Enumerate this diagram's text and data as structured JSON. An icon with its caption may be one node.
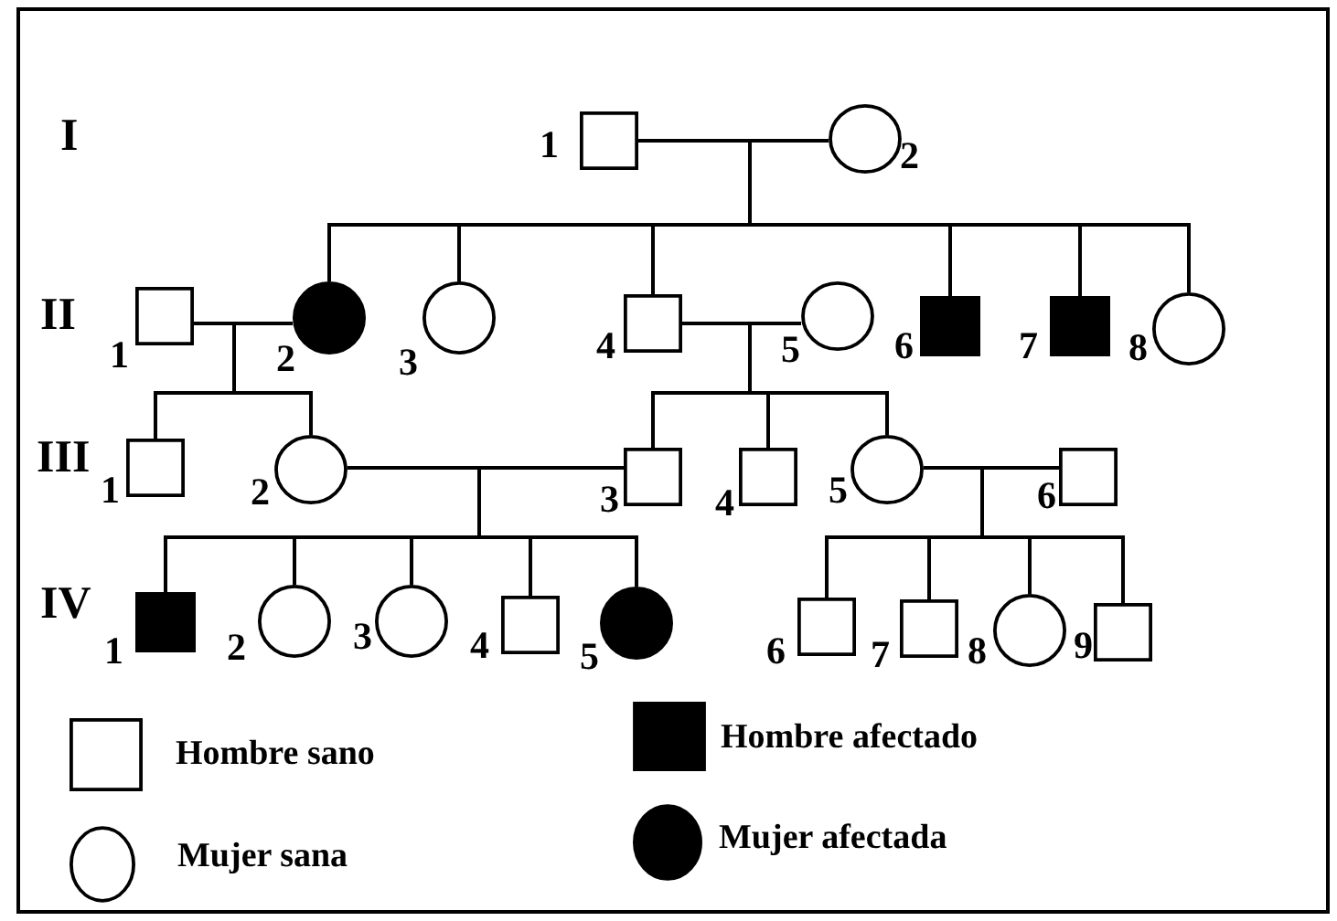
{
  "diagram": {
    "nodes": [
      {
        "text": [],
        "shape": "box",
        "beside": [
          "1"
        ]
      },
      {
        "text": [],
        "shape": "circle",
        "beside": [
          "2"
        ]
      },
      {
        "text": [],
        "shape": "box",
        "beside": [
          "1"
        ]
      },
      {
        "text": [],
        "shape": "dot",
        "beside": [
          "2"
        ]
      },
      {
        "text": [],
        "shape": "circle",
        "beside": [
          "3"
        ]
      },
      {
        "text": [],
        "shape": "box",
        "beside": [
          "4"
        ]
      },
      {
        "text": [],
        "shape": "circle",
        "beside": [
          "5"
        ]
      },
      {
        "text": [],
        "shape": "block",
        "beside": [
          "6"
        ]
      },
      {
        "text": [],
        "shape": "block",
        "beside": [
          "7"
        ]
      },
      {
        "text": [],
        "shape": "circle",
        "beside": [
          "8"
        ]
      },
      {
        "text": [],
        "shape": "box",
        "beside": [
          "1"
        ]
      },
      {
        "text": [],
        "shape": "circle",
        "beside": [
          "2"
        ]
      },
      {
        "text": [],
        "shape": "box",
        "beside": [
          "3"
        ]
      },
      {
        "text": [],
        "shape": "box",
        "beside": [
          "4"
        ]
      },
      {
        "text": [],
        "shape": "circle",
        "beside": [
          "5"
        ]
      },
      {
        "text": [],
        "shape": "box",
        "beside": [
          "6"
        ]
      },
      {
        "text": [],
        "shape": "block",
        "beside": [
          "1"
        ]
      },
      {
        "text": [],
        "shape": "circle",
        "beside": [
          "2"
        ]
      },
      {
        "text": [],
        "shape": "circle",
        "beside": [
          "3"
        ]
      },
      {
        "text": [],
        "shape": "box",
        "beside": [
          "4"
        ]
      },
      {
        "text": [],
        "shape": "dot",
        "beside": [
          "5"
        ]
      },
      {
        "text": [],
        "shape": "box",
        "beside": [
          "6"
        ]
      },
      {
        "text": [],
        "shape": "box",
        "beside": [
          "7"
        ]
      },
      {
        "text": [],
        "shape": "circle",
        "beside": [
          "8"
        ]
      },
      {
        "text": [],
        "shape": "box",
        "beside": [
          "9"
        ]
      }
    ],
    "edges": [
      {
        "from": 0,
        "to": 1,
        "arrow": "none"
      },
      {
        "from": 2,
        "to": 3,
        "arrow": "none"
      },
      {
        "from": 5,
        "to": 6,
        "arrow": "none"
      },
      {
        "from": 11,
        "to": 12,
        "arrow": "none"
      },
      {
        "from": 14,
        "to": 15,
        "arrow": "none"
      },
      {
        "from": 0,
        "to": 3,
        "arrow": "none"
      },
      {
        "from": 0,
        "to": 4,
        "arrow": "none"
      },
      {
        "from": 0,
        "to": 5,
        "arrow": "none"
      },
      {
        "from": 0,
        "to": 7,
        "arrow": "none"
      },
      {
        "from": 0,
        "to": 8,
        "arrow": "none"
      },
      {
        "from": 0,
        "to": 9,
        "arrow": "none"
      },
      {
        "from": 2,
        "to": 10,
        "arrow": "none"
      },
      {
        "from": 2,
        "to": 11,
        "arrow": "none"
      },
      {
        "from": 5,
        "to": 12,
        "arrow": "none"
      },
      {
        "from": 5,
        "to": 13,
        "arrow": "none"
      },
      {
        "from": 5,
        "to": 14,
        "arrow": "none"
      },
      {
        "from": 11,
        "to": 16,
        "arrow": "none"
      },
      {
        "from": 11,
        "to": 17,
        "arrow": "none"
      },
      {
        "from": 11,
        "to": 18,
        "arrow": "none"
      },
      {
        "from": 11,
        "to": 19,
        "arrow": "none"
      },
      {
        "from": 11,
        "to": 20,
        "arrow": "none"
      },
      {
        "from": 14,
        "to": 21,
        "arrow": "none"
      },
      {
        "from": 14,
        "to": 22,
        "arrow": "none"
      },
      {
        "from": 14,
        "to": 23,
        "arrow": "none"
      },
      {
        "from": 14,
        "to": 24,
        "arrow": "none"
      }
    ],
    "labels": [
      "I",
      "II",
      "III",
      "IV"
    ],
    "legend": [
      {
        "text": "Hombre sano"
      },
      {
        "text": "Hombre afectado"
      },
      {
        "text": "Mujer sana"
      },
      {
        "text": "Mujer afectada"
      }
    ]
  }
}
